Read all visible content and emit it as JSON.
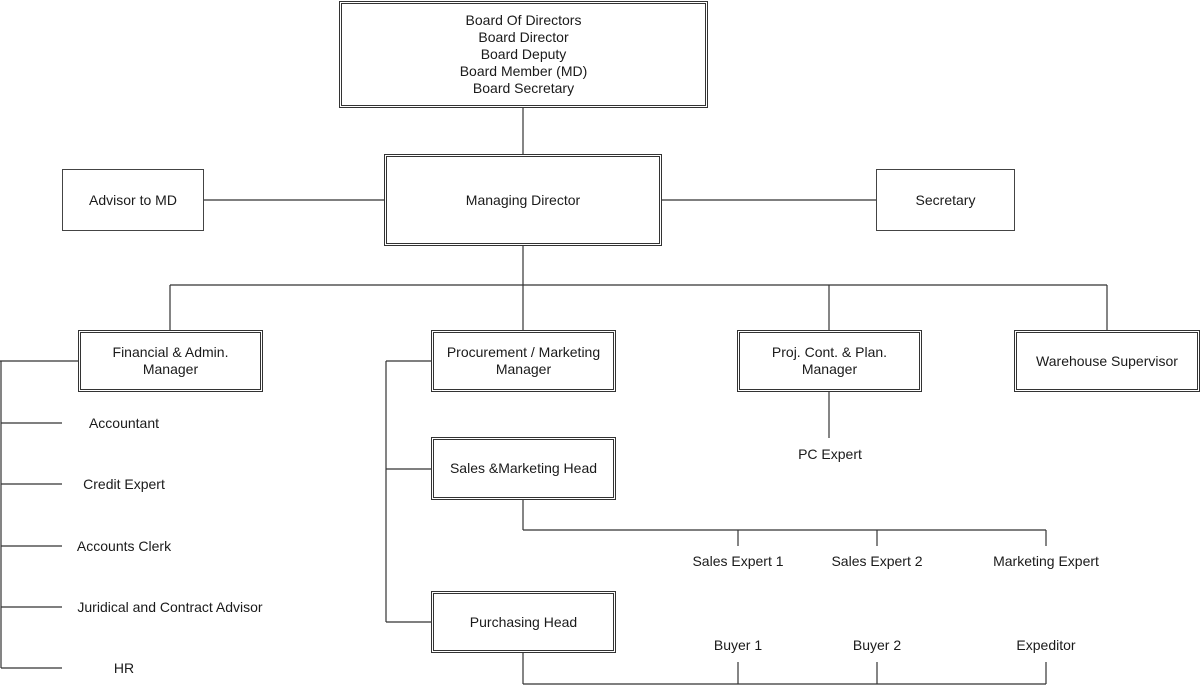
{
  "board": {
    "lines": [
      "Board Of Directors",
      "Board Director",
      "Board Deputy",
      "Board Member (MD)",
      "Board Secretary"
    ]
  },
  "managing_director": "Managing Director",
  "advisor": "Advisor to MD",
  "secretary": "Secretary",
  "departments": {
    "finance": {
      "line1": "Financial & Admin.",
      "line2": "Manager"
    },
    "procurement": {
      "line1": "Procurement / Marketing",
      "line2": "Manager"
    },
    "projects": {
      "line1": "Proj. Cont. & Plan.",
      "line2": "Manager"
    },
    "warehouse": "Warehouse Supervisor"
  },
  "finance_staff": [
    "Accountant",
    "Credit Expert",
    "Accounts Clerk",
    "Juridical and Contract Advisor",
    "HR"
  ],
  "pc_expert": "PC Expert",
  "sales_head": "Sales &Marketing Head",
  "sales_staff": [
    "Sales Expert 1",
    "Sales Expert 2",
    "Marketing Expert"
  ],
  "purchasing_head": "Purchasing Head",
  "purchasing_staff": [
    "Buyer 1",
    "Buyer 2",
    "Expeditor"
  ],
  "colors": {
    "line": "#333333",
    "border": "#333333",
    "text": "#1a1a1a"
  }
}
